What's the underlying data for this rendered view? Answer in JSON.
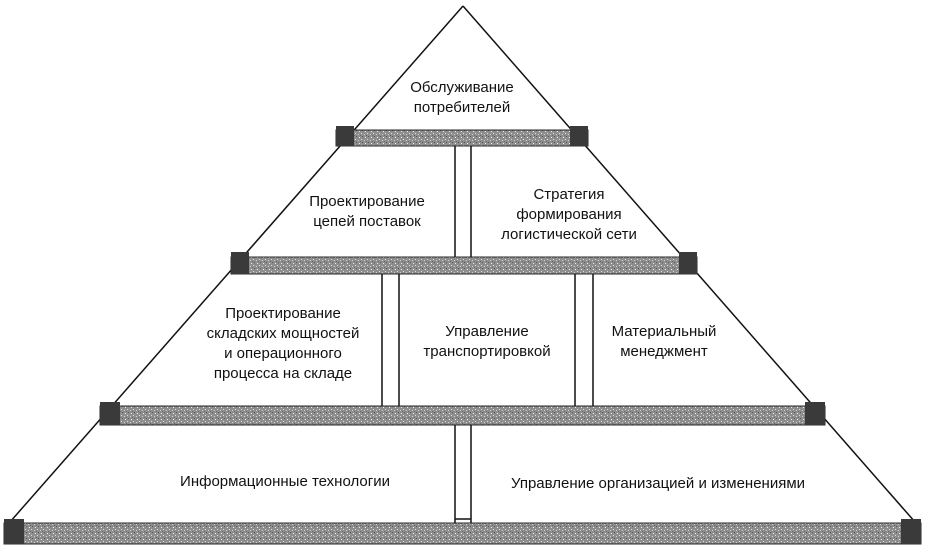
{
  "diagram": {
    "title": "",
    "tiers": [
      {
        "id": "tier-1",
        "blocks": [
          {
            "id": "customer-service",
            "label": "Обслуживание\nпотребителей"
          }
        ]
      },
      {
        "id": "tier-2",
        "blocks": [
          {
            "id": "supply-chain-design",
            "label": "Проектирование\nцепей поставок"
          },
          {
            "id": "logistics-network-strategy",
            "label": "Стратегия\nформирования\nлогистической сети"
          }
        ]
      },
      {
        "id": "tier-3",
        "blocks": [
          {
            "id": "warehouse-design",
            "label": "Проектирование\nскладских мощностей\nи операционного\nпроцесса на складе"
          },
          {
            "id": "transport-management",
            "label": "Управление\nтранспортировкой"
          },
          {
            "id": "materials-management",
            "label": "Материальный\nменеджмент"
          }
        ]
      },
      {
        "id": "tier-4",
        "blocks": [
          {
            "id": "information-technology",
            "label": "Информационные технологии"
          },
          {
            "id": "organization-change-management",
            "label": "Управление организацией и изменениями"
          }
        ]
      }
    ],
    "colors": {
      "outline": "#111111",
      "shelf": "#8e8e8e",
      "shelf_edge": "#2a2a2a",
      "background": "#ffffff"
    }
  }
}
